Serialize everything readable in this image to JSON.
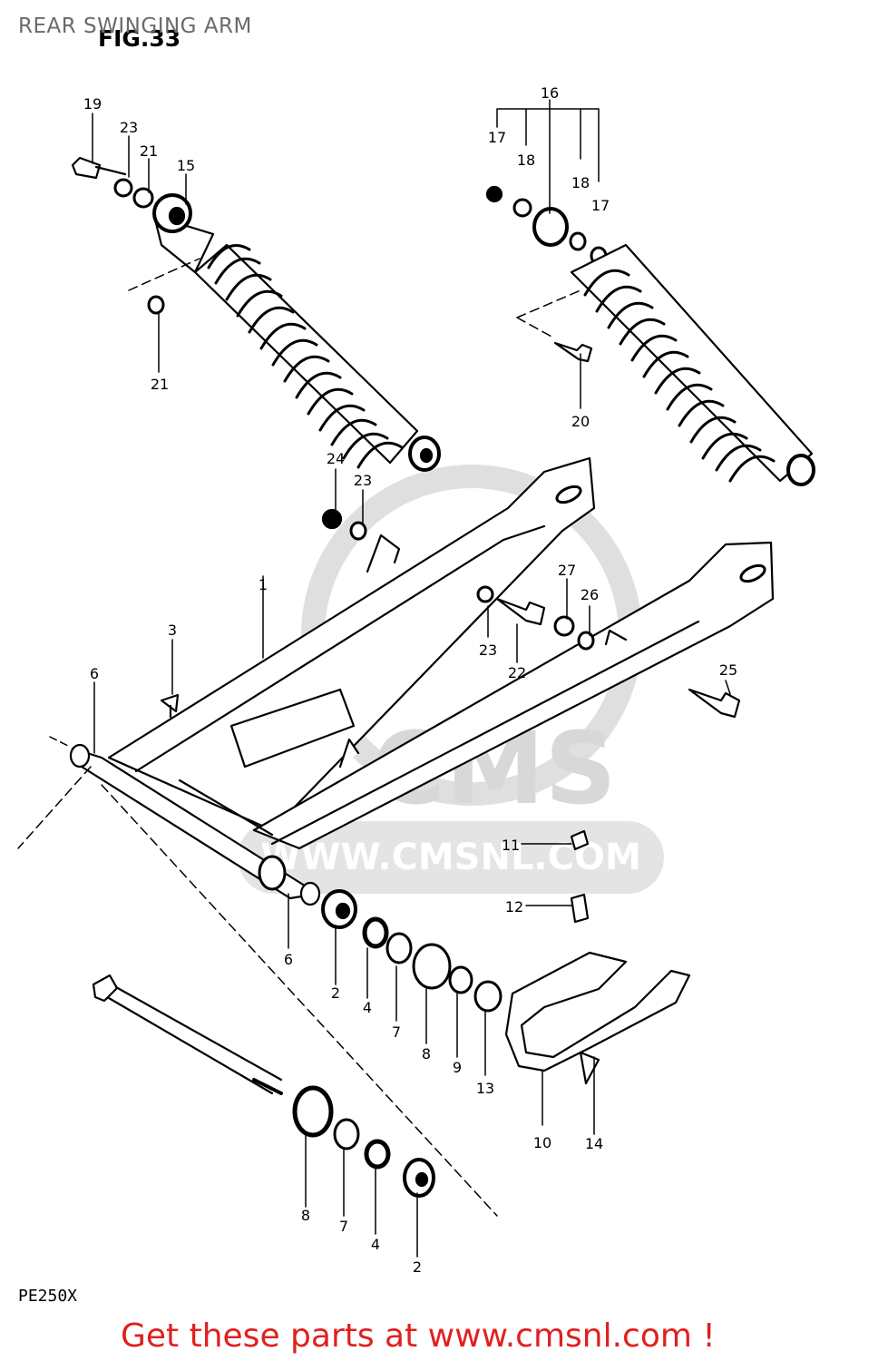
{
  "header": {
    "page_title": "REAR SWINGING ARM",
    "figure_title": "FIG.33"
  },
  "footer": {
    "model_code": "PE250X",
    "promo_text": "Get these parts at www.cmsnl.com !",
    "promo_color": "#e0201f"
  },
  "watermark": {
    "logo_text": "CMS",
    "url_text": "WWW.CMSNL.COM"
  },
  "callouts": [
    "19",
    "23",
    "21",
    "15",
    "21",
    "16",
    "17",
    "18",
    "18",
    "17",
    "20",
    "24",
    "23",
    "1",
    "27",
    "26",
    "23",
    "22",
    "25",
    "3",
    "6",
    "11",
    "12",
    "6",
    "2",
    "4",
    "7",
    "8",
    "9",
    "13",
    "10",
    "14",
    "8",
    "7",
    "4",
    "2"
  ]
}
